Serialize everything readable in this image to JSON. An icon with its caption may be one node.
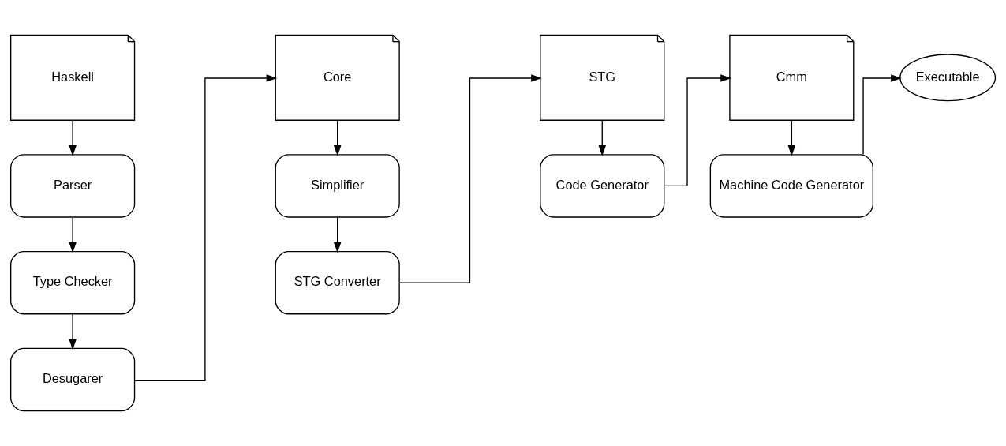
{
  "diagram": {
    "nodes": [
      {
        "text": [
          "Haskell"
        ]
      },
      {
        "text": [
          "Parser"
        ]
      },
      {
        "text": [
          "Type Checker"
        ]
      },
      {
        "text": [
          "Desugarer"
        ]
      },
      {
        "text": [
          "Core"
        ]
      },
      {
        "text": [
          "Simplifier"
        ]
      },
      {
        "text": [
          "STG Converter"
        ]
      },
      {
        "text": [
          "STG"
        ]
      },
      {
        "text": [
          "Code Generator"
        ]
      },
      {
        "text": [
          "Cmm"
        ]
      },
      {
        "text": [
          "Machine Code Generator"
        ]
      },
      {
        "text": [
          "Executable"
        ]
      }
    ],
    "edges": [
      {
        "from": 0,
        "to": 1,
        "arrow": "to"
      },
      {
        "from": 1,
        "to": 2,
        "arrow": "to"
      },
      {
        "from": 2,
        "to": 3,
        "arrow": "to"
      },
      {
        "from": 3,
        "to": 4,
        "arrow": "to"
      },
      {
        "from": 4,
        "to": 5,
        "arrow": "to"
      },
      {
        "from": 5,
        "to": 6,
        "arrow": "to"
      },
      {
        "from": 6,
        "to": 7,
        "arrow": "to"
      },
      {
        "from": 7,
        "to": 8,
        "arrow": "to"
      },
      {
        "from": 8,
        "to": 9,
        "arrow": "to"
      },
      {
        "from": 9,
        "to": 10,
        "arrow": "to"
      },
      {
        "from": 10,
        "to": 11,
        "arrow": "to"
      }
    ]
  }
}
